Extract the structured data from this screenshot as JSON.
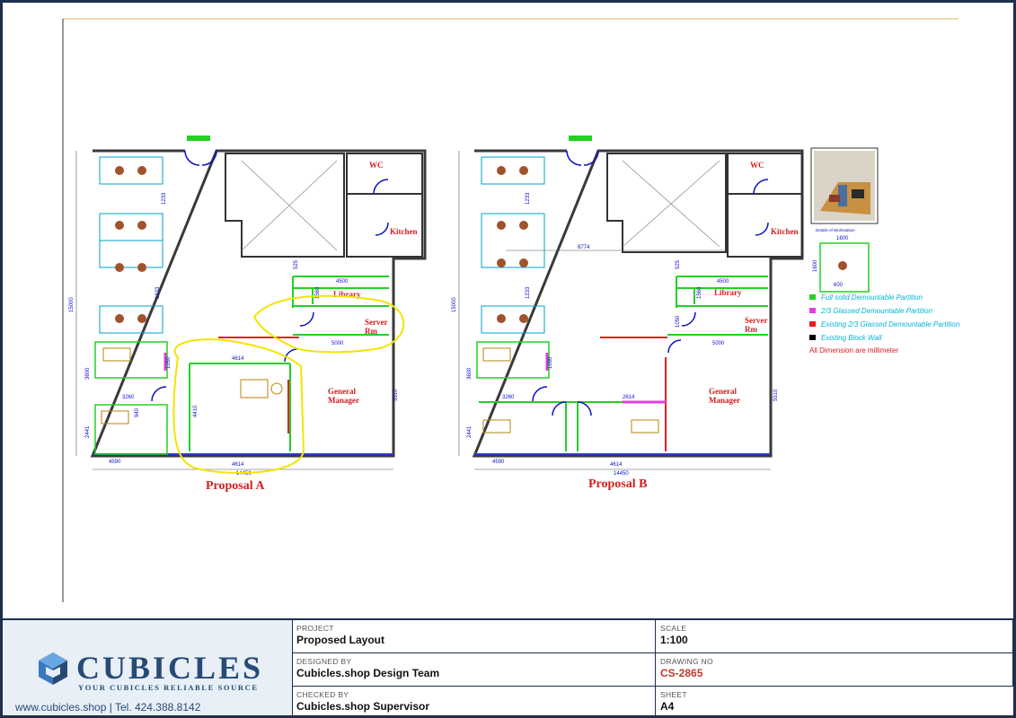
{
  "plans": [
    {
      "title": "Proposal A",
      "rooms": {
        "wc": "WC",
        "kitchen": "Kitchen",
        "library": "Library",
        "server": "Server\nRm",
        "gm": "General\nManager"
      },
      "dims": {
        "overall": "14450",
        "height": "15000",
        "bottom_left": "4590",
        "bottom_mid": "4614",
        "room_top": "4614",
        "room_side": "4410",
        "right_side": "5510",
        "server_w": "5000",
        "library_w": "4500",
        "lib_v": "1560",
        "lib_top": "525",
        "left_1": "1233",
        "left_2": "1233",
        "left_3": "1050",
        "left_4": "3600",
        "left_5": "2441",
        "mid_1": "3260",
        "mid_2": "940"
      }
    },
    {
      "title": "Proposal B",
      "rooms": {
        "wc": "WC",
        "kitchen": "Kitchen",
        "library": "Library",
        "server": "Server\nRm",
        "gm": "General\nManager"
      },
      "dims": {
        "overall": "14450",
        "height": "15000",
        "bottom_left": "4590",
        "bottom_mid": "4614",
        "mid_span": "8774",
        "room_top": "2614",
        "right_side": "5510",
        "server_w": "5000",
        "library_w": "4500",
        "lib_v": "1560",
        "lib_top": "525",
        "left_1": "1233",
        "left_2": "1233",
        "left_3": "1050",
        "left_4": "3600",
        "left_5": "2441",
        "mid_1": "3260",
        "lib_v2": "1050"
      }
    }
  ],
  "detail": {
    "caption": "Details of Workstation",
    "width": "1600",
    "height": "1600",
    "depth": "600"
  },
  "legend": [
    {
      "color": "#23d023",
      "text": "Full solid Demountable Partition",
      "text_color": "#00b4d8"
    },
    {
      "color": "#e040e0",
      "text": "2/3 Glassed Demountable Partition",
      "text_color": "#00b4d8"
    },
    {
      "color": "#e02020",
      "text": "Existing 2/3 Glassed Demountable Partition",
      "text_color": "#00b4d8"
    },
    {
      "color": "#000000",
      "text": "Existing Block Wall",
      "text_color": "#00b4d8"
    }
  ],
  "legend_note": "All Dimension are millimeter",
  "title_block": {
    "brand": "CUBICLES",
    "tagline": "YOUR CUBICLES RELIABLE SOURCE",
    "contact": "www.cubicles.shop  |  Tel. 424.388.8142",
    "project_label": "PROJECT",
    "project": "Proposed Layout",
    "scale_label": "SCALE",
    "scale": "1:100",
    "designed_label": "DESIGNED BY",
    "designed": "Cubicles.shop Design Team",
    "drawing_label": "DRAWING NO",
    "drawing": "CS-2865",
    "checked_label": "CHECKED BY",
    "checked": "Cubicles.shop Supervisor",
    "sheet_label": "SHEET",
    "sheet": "A4"
  }
}
